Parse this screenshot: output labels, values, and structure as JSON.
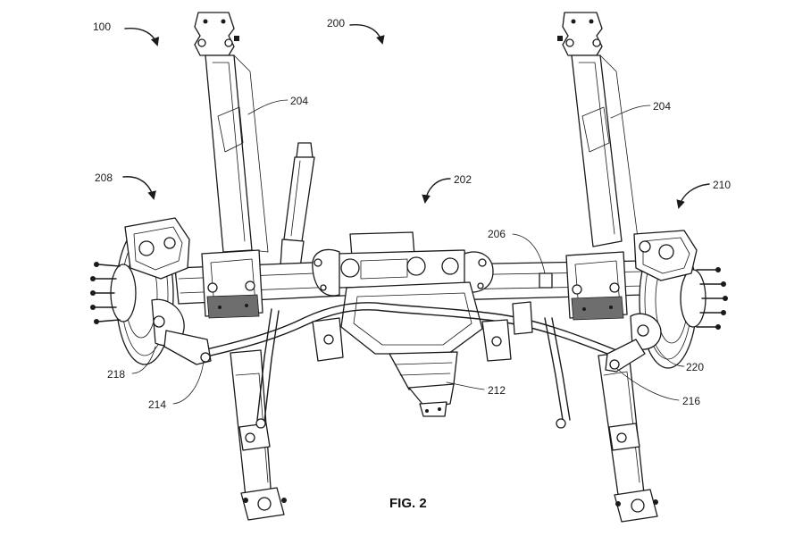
{
  "figure": {
    "caption": "FIG. 2",
    "reference_numerals": {
      "n100": "100",
      "n200": "200",
      "n202": "202",
      "n204_left": "204",
      "n204_right": "204",
      "n206": "206",
      "n208": "208",
      "n210": "210",
      "n212": "212",
      "n214": "214",
      "n216": "216",
      "n218": "218",
      "n220": "220"
    }
  },
  "colors": {
    "line": "#1a1a1a",
    "background": "#ffffff"
  }
}
